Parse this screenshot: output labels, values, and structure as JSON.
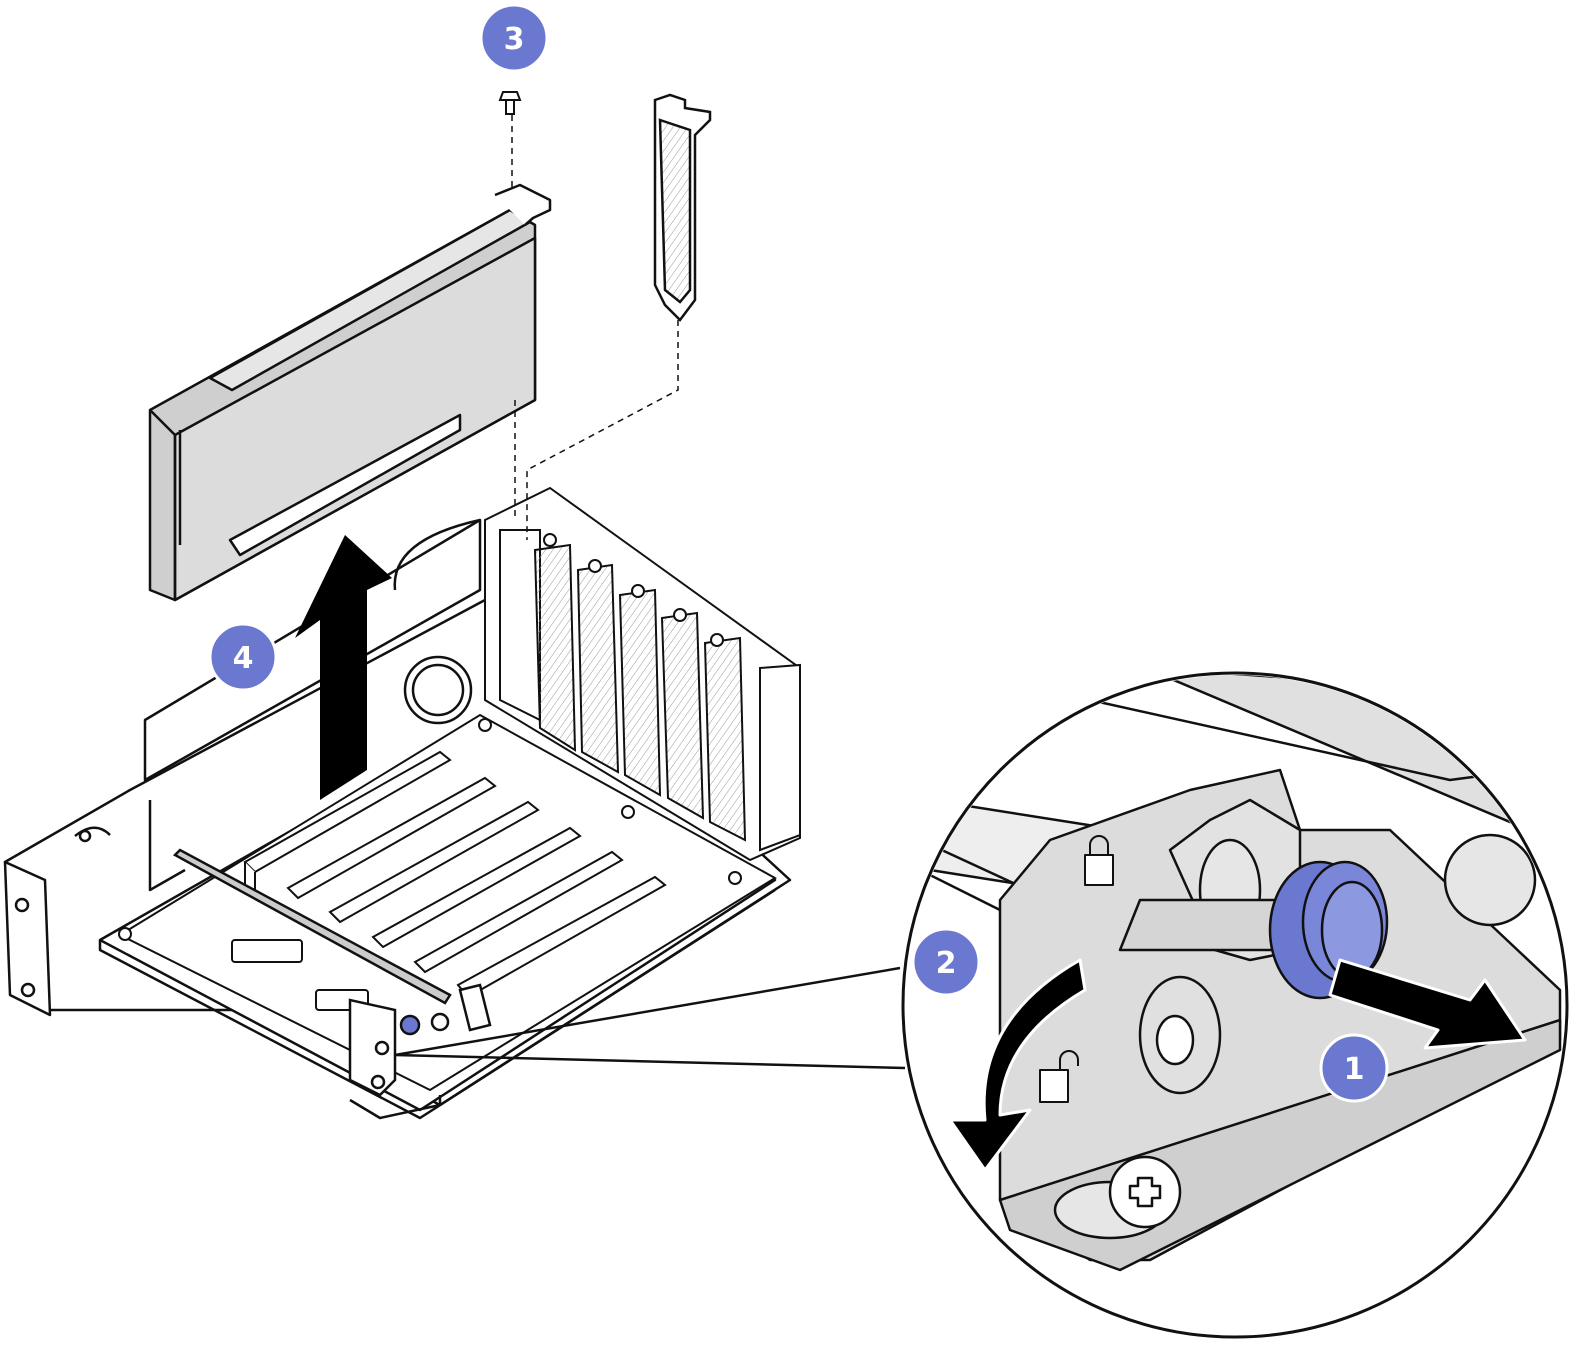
{
  "colors": {
    "accent_blue": "#6a78cf",
    "metal_fill": "#dcdcdc",
    "metal_dark": "#c7c7c7",
    "line": "#111111",
    "arrow": "#000000"
  },
  "icons": [
    "lock-icon",
    "unlock-icon",
    "screw-icon",
    "arrow-up-icon",
    "curved-arrow-icon",
    "arrow-right-icon"
  ],
  "steps": {
    "one": "1",
    "two": "2",
    "three": "3",
    "four": "4"
  }
}
